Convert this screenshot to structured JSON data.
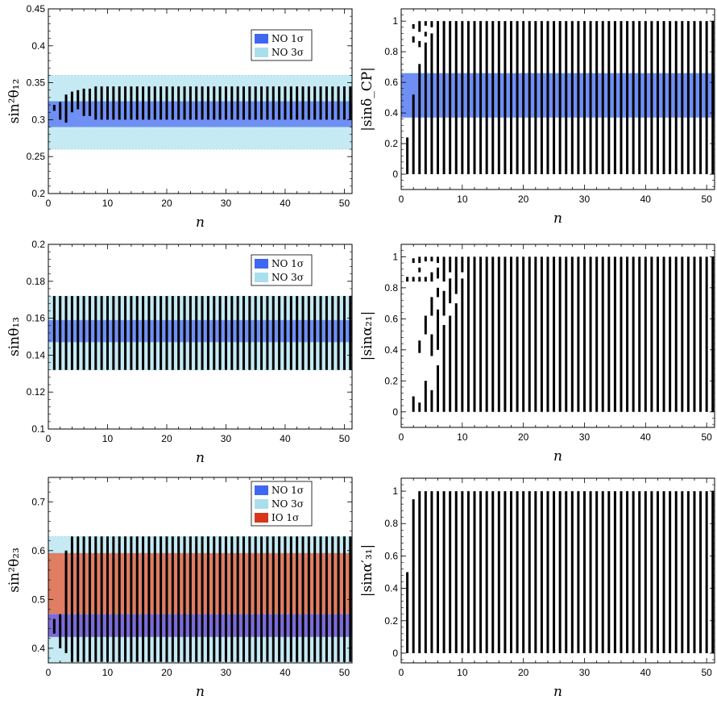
{
  "chart_data": [
    {
      "id": "p1",
      "type": "scatter",
      "ylabel": "sin²θ₁₂",
      "xlabel": "n",
      "xlim": [
        0,
        51.3
      ],
      "ylim": [
        0.2,
        0.45
      ],
      "xticks": [
        0,
        10,
        20,
        30,
        40,
        50
      ],
      "yticks": [
        0.2,
        0.25,
        0.3,
        0.35,
        0.4,
        0.45
      ],
      "ytick_labels": [
        "0.2",
        "0.25",
        "0.3",
        "0.35",
        "0.4",
        "0.45"
      ],
      "bands": [
        {
          "name": "NO 3σ",
          "range": [
            0.26,
            0.36
          ],
          "color": "#c5eaf3",
          "legend_color": "#a9dfec"
        },
        {
          "name": "NO 1σ",
          "range": [
            0.29,
            0.325
          ],
          "color": "#6f8ff4",
          "legend_color": "#3f67f2"
        }
      ],
      "legend": [
        "NO 1σ",
        "NO 3σ"
      ],
      "series": [
        {
          "n_range": [
            1,
            1
          ],
          "segments": [
            [
              0.312,
              0.32
            ]
          ]
        },
        {
          "n_range": [
            2,
            2
          ],
          "segments": [
            [
              0.3,
              0.324
            ]
          ]
        },
        {
          "n_range": [
            3,
            3
          ],
          "segments": [
            [
              0.296,
              0.334
            ]
          ]
        },
        {
          "n_range": [
            4,
            4
          ],
          "segments": [
            [
              0.31,
              0.338
            ]
          ]
        },
        {
          "n_range": [
            5,
            5
          ],
          "segments": [
            [
              0.314,
              0.34
            ]
          ]
        },
        {
          "n_range": [
            6,
            7
          ],
          "segments": [
            [
              0.305,
              0.342
            ]
          ]
        },
        {
          "n_range": [
            8,
            51
          ],
          "segments": [
            [
              0.3,
              0.345
            ]
          ]
        }
      ]
    },
    {
      "id": "p2",
      "type": "scatter",
      "ylabel": "|sinδ_CP|",
      "xlabel": "n",
      "xlim": [
        0,
        51.3
      ],
      "ylim": [
        -0.1,
        1.08
      ],
      "xticks": [
        0,
        10,
        20,
        30,
        40,
        50
      ],
      "yticks": [
        0,
        0.2,
        0.4,
        0.6,
        0.8,
        1
      ],
      "ytick_labels": [
        "0",
        "0.2",
        "0.4",
        "0.6",
        "0.8",
        "1"
      ],
      "bands": [
        {
          "name": "NO 1σ",
          "range": [
            0.37,
            0.66
          ],
          "color": "#6f8ff4",
          "legend_color": "#3f67f2"
        }
      ],
      "legend": [],
      "series": [
        {
          "n_range": [
            1,
            1
          ],
          "segments": [
            [
              0,
              0.24
            ]
          ]
        },
        {
          "n_range": [
            2,
            2
          ],
          "segments": [
            [
              0,
              0.52
            ],
            [
              0.86,
              0.9
            ],
            [
              0.95,
              0.98
            ]
          ]
        },
        {
          "n_range": [
            3,
            3
          ],
          "segments": [
            [
              0,
              0.72
            ],
            [
              0.83,
              0.87
            ],
            [
              0.93,
              1.0
            ]
          ]
        },
        {
          "n_range": [
            4,
            4
          ],
          "segments": [
            [
              0,
              0.86
            ],
            [
              0.9,
              0.93
            ],
            [
              0.97,
              1.0
            ]
          ]
        },
        {
          "n_range": [
            5,
            5
          ],
          "segments": [
            [
              0,
              0.92
            ],
            [
              0.96,
              1.0
            ]
          ]
        },
        {
          "n_range": [
            6,
            51
          ],
          "segments": [
            [
              0,
              1.0
            ]
          ]
        }
      ]
    },
    {
      "id": "p3",
      "type": "scatter",
      "ylabel": "sinθ₁₃",
      "xlabel": "n",
      "xlim": [
        0,
        51.3
      ],
      "ylim": [
        0.1,
        0.2
      ],
      "xticks": [
        0,
        10,
        20,
        30,
        40,
        50
      ],
      "yticks": [
        0.1,
        0.12,
        0.14,
        0.16,
        0.18,
        0.2
      ],
      "ytick_labels": [
        "0.1",
        "0.12",
        "0.14",
        "0.16",
        "0.18",
        "0.2"
      ],
      "bands": [
        {
          "name": "NO 3σ",
          "range": [
            0.132,
            0.172
          ],
          "color": "#c5eaf3",
          "legend_color": "#a9dfec"
        },
        {
          "name": "NO 1σ",
          "range": [
            0.147,
            0.159
          ],
          "color": "#6f8ff4",
          "legend_color": "#3f67f2"
        }
      ],
      "legend": [
        "NO 1σ",
        "NO 3σ"
      ],
      "series": [
        {
          "n_range": [
            1,
            51
          ],
          "segments": [
            [
              0.132,
              0.172
            ]
          ]
        }
      ]
    },
    {
      "id": "p4",
      "type": "scatter",
      "ylabel": "|sinα₂₁|",
      "xlabel": "n",
      "xlim": [
        0,
        51.3
      ],
      "ylim": [
        -0.1,
        1.08
      ],
      "xticks": [
        0,
        10,
        20,
        30,
        40,
        50
      ],
      "yticks": [
        0,
        0.2,
        0.4,
        0.6,
        0.8,
        1
      ],
      "ytick_labels": [
        "0",
        "0.2",
        "0.4",
        "0.6",
        "0.8",
        "1"
      ],
      "bands": [],
      "legend": [],
      "series": [
        {
          "n_range": [
            1,
            1
          ],
          "segments": [
            [
              0.84,
              0.87
            ]
          ]
        },
        {
          "n_range": [
            2,
            2
          ],
          "segments": [
            [
              0,
              0.1
            ],
            [
              0.84,
              0.87
            ],
            [
              0.96,
              0.99
            ]
          ]
        },
        {
          "n_range": [
            3,
            3
          ],
          "segments": [
            [
              0,
              0.06
            ],
            [
              0.38,
              0.46
            ],
            [
              0.84,
              0.87
            ],
            [
              0.9,
              0.93
            ],
            [
              0.96,
              1.0
            ]
          ]
        },
        {
          "n_range": [
            4,
            4
          ],
          "segments": [
            [
              0,
              0.2
            ],
            [
              0.5,
              0.62
            ],
            [
              0.84,
              0.87
            ],
            [
              0.97,
              1.0
            ]
          ]
        },
        {
          "n_range": [
            5,
            5
          ],
          "segments": [
            [
              0,
              0.14
            ],
            [
              0.36,
              0.5
            ],
            [
              0.62,
              0.74
            ],
            [
              0.84,
              0.9
            ],
            [
              0.97,
              1.0
            ]
          ]
        },
        {
          "n_range": [
            6,
            6
          ],
          "segments": [
            [
              0,
              0.3
            ],
            [
              0.4,
              0.66
            ],
            [
              0.74,
              0.8
            ],
            [
              0.86,
              0.93
            ],
            [
              0.96,
              1.0
            ]
          ]
        },
        {
          "n_range": [
            7,
            7
          ],
          "segments": [
            [
              0,
              0.56
            ],
            [
              0.62,
              0.78
            ],
            [
              0.84,
              1.0
            ]
          ]
        },
        {
          "n_range": [
            8,
            8
          ],
          "segments": [
            [
              0,
              0.62
            ],
            [
              0.7,
              0.86
            ],
            [
              0.9,
              1.0
            ]
          ]
        },
        {
          "n_range": [
            9,
            9
          ],
          "segments": [
            [
              0,
              0.7
            ],
            [
              0.76,
              1.0
            ]
          ]
        },
        {
          "n_range": [
            10,
            10
          ],
          "segments": [
            [
              0,
              0.86
            ],
            [
              0.9,
              1.0
            ]
          ]
        },
        {
          "n_range": [
            11,
            51
          ],
          "segments": [
            [
              0,
              1.0
            ]
          ]
        }
      ]
    },
    {
      "id": "p5",
      "type": "scatter",
      "ylabel": "sin²θ₂₃",
      "xlabel": "n",
      "xlim": [
        0,
        51.3
      ],
      "ylim": [
        0.37,
        0.75
      ],
      "xticks": [
        0,
        10,
        20,
        30,
        40,
        50
      ],
      "yticks": [
        0.4,
        0.5,
        0.6,
        0.7
      ],
      "ytick_labels": [
        "0.4",
        "0.5",
        "0.6",
        "0.7"
      ],
      "bands": [
        {
          "name": "NO 3σ",
          "range": [
            0.372,
            0.629
          ],
          "color": "#c5eaf3",
          "legend_color": "#a9dfec"
        },
        {
          "name": "IO 1σ",
          "range": [
            0.431,
            0.595
          ],
          "color": "#e07d63",
          "legend_color": "#d9351a"
        },
        {
          "name": "NO 1σ",
          "range": [
            0.423,
            0.47
          ],
          "color": "#7b6cd8",
          "legend_color": "#3f67f2"
        }
      ],
      "legend": [
        "NO 1σ",
        "NO 3σ",
        "IO 1σ"
      ],
      "series": [
        {
          "n_range": [
            1,
            1
          ],
          "segments": [
            [
              0.43,
              0.46
            ]
          ]
        },
        {
          "n_range": [
            2,
            2
          ],
          "segments": [
            [
              0.4,
              0.47
            ]
          ]
        },
        {
          "n_range": [
            3,
            3
          ],
          "segments": [
            [
              0.39,
              0.6
            ]
          ]
        },
        {
          "n_range": [
            4,
            51
          ],
          "segments": [
            [
              0.372,
              0.629
            ]
          ]
        }
      ]
    },
    {
      "id": "p6",
      "type": "scatter",
      "ylabel": "|sinα′₃₁|",
      "xlabel": "n",
      "xlim": [
        0,
        51.3
      ],
      "ylim": [
        -0.06,
        1.08
      ],
      "xticks": [
        0,
        10,
        20,
        30,
        40,
        50
      ],
      "yticks": [
        0,
        0.2,
        0.4,
        0.6,
        0.8,
        1
      ],
      "ytick_labels": [
        "0",
        "0.2",
        "0.4",
        "0.6",
        "0.8",
        "1"
      ],
      "bands": [],
      "legend": [],
      "series": [
        {
          "n_range": [
            1,
            1
          ],
          "segments": [
            [
              0,
              0.5
            ]
          ]
        },
        {
          "n_range": [
            2,
            2
          ],
          "segments": [
            [
              0,
              0.95
            ]
          ]
        },
        {
          "n_range": [
            3,
            51
          ],
          "segments": [
            [
              0,
              1.0
            ]
          ]
        }
      ]
    }
  ]
}
